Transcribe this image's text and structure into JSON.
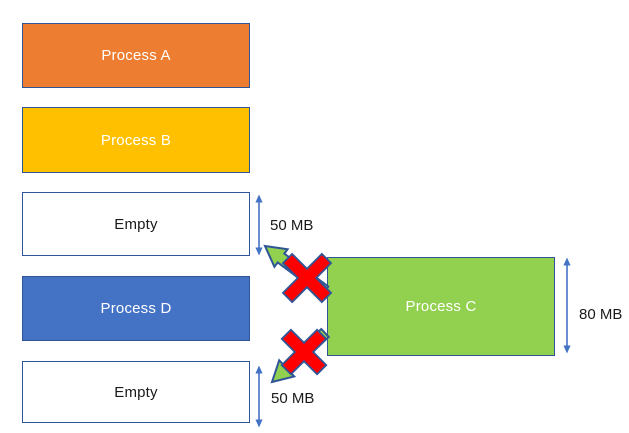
{
  "diagram": {
    "blocks": [
      {
        "label": "Process A",
        "fill": "#ED7D31",
        "text_color": "#FFFFFF"
      },
      {
        "label": "Process B",
        "fill": "#FFC000",
        "text_color": "#FFFFFF"
      },
      {
        "label": "Empty",
        "fill": "#FFFFFF",
        "text_color": "#1A1A1A"
      },
      {
        "label": "Process D",
        "fill": "#4472C4",
        "text_color": "#FFFFFF"
      },
      {
        "label": "Empty",
        "fill": "#FFFFFF",
        "text_color": "#1A1A1A"
      }
    ],
    "process_c": {
      "label": "Process C",
      "fill": "#92D050",
      "text_color": "#FFFFFF"
    },
    "size_labels": {
      "top_empty": "50 MB",
      "bottom_empty": "50 MB",
      "process_c": "80 MB"
    },
    "colors": {
      "block_border": "#2F5597",
      "measure_arrow": "#4472C4",
      "move_arrow_fill": "#92D050",
      "move_arrow_outline": "#2F5597",
      "cross": "#FF0000",
      "canvas_background": "#FFFFFF"
    }
  }
}
